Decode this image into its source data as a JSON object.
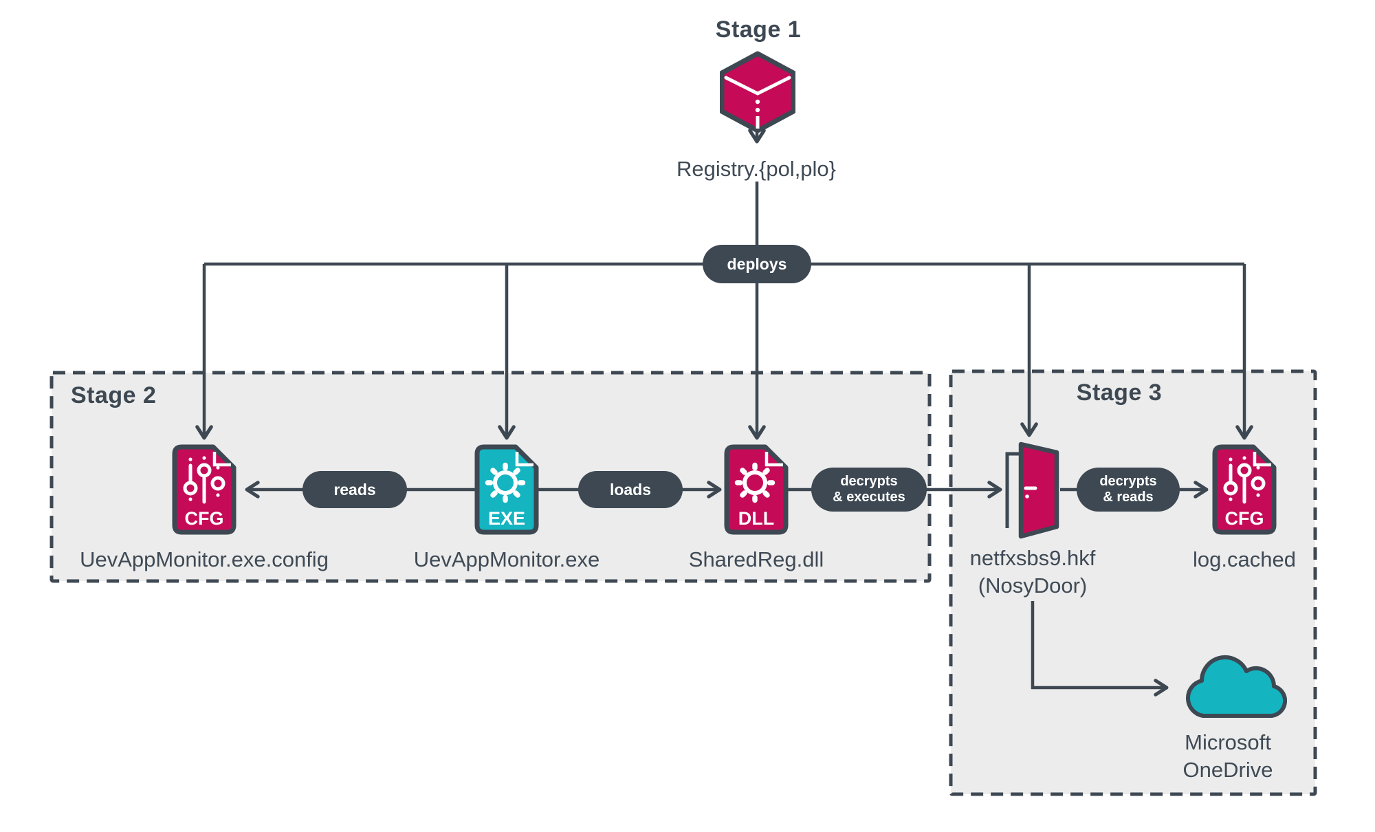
{
  "stages": [
    {
      "label": "Stage 1"
    },
    {
      "label": "Stage 2"
    },
    {
      "label": "Stage 3"
    }
  ],
  "nodes": {
    "registry": {
      "label": "Registry.{pol,plo}",
      "icon": "cube-icon"
    },
    "uev_config": {
      "label": "UevAppMonitor.exe.config",
      "badge": "CFG",
      "icon": "cfg-file-icon"
    },
    "uev_exe": {
      "label": "UevAppMonitor.exe",
      "badge": "EXE",
      "icon": "exe-file-icon"
    },
    "sharedreg": {
      "label": "SharedReg.dll",
      "badge": "DLL",
      "icon": "dll-file-icon"
    },
    "nosydoor": {
      "label": "netfxsbs9.hkf",
      "sublabel": "(NosyDoor)",
      "icon": "open-door-icon"
    },
    "log_cached": {
      "label": "log.cached",
      "badge": "CFG",
      "icon": "cfg-file-icon"
    },
    "onedrive": {
      "label": "Microsoft",
      "sublabel": "OneDrive",
      "icon": "cloud-icon"
    }
  },
  "edges": {
    "deploys": {
      "label": "deploys"
    },
    "reads": {
      "label": "reads"
    },
    "loads": {
      "label": "loads"
    },
    "decrypts_executes": {
      "line1": "decrypts",
      "line2": "& executes"
    },
    "decrypts_reads": {
      "line1": "decrypts",
      "line2": "& reads"
    }
  },
  "colors": {
    "slate": "#3D4852",
    "pink": "#C50B58",
    "teal": "#14B4C0",
    "stage_fill": "#ECECEC",
    "label_text": "#3F4A55",
    "background": "#FFFFFF"
  }
}
